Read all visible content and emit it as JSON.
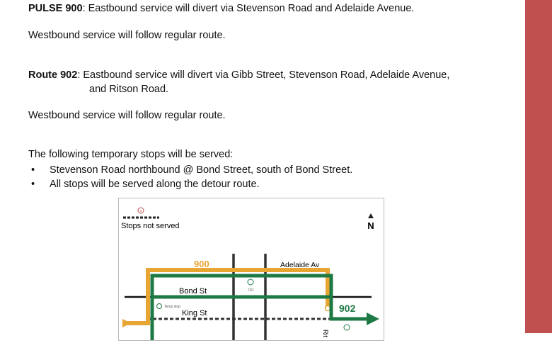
{
  "pulse900": {
    "label": "PULSE 900",
    "text": ": Eastbound service will divert via Stevenson Road and Adelaide Avenue."
  },
  "pulse900_west": "Westbound service will follow regular route.",
  "route902": {
    "label": "Route 902",
    "text": ": Eastbound service will divert via Gibb Street, Stevenson Road, Adelaide Avenue,",
    "text2": "and Ritson Road."
  },
  "route902_west": "Westbound service will follow regular route.",
  "temp_stops": {
    "intro": "The following temporary stops will be served:",
    "items": [
      "Stevenson Road northbound @ Bond Street, south of Bond Street.",
      "All stops will be served along the detour route."
    ]
  },
  "map": {
    "legend": "Stops not served",
    "north": "N",
    "route900": "900",
    "route902": "902",
    "streets": {
      "adelaide": "Adelaide Av",
      "bond": "Bond St",
      "king": "King St",
      "ritson": "Rit"
    },
    "stop_720": "720",
    "temp_stop": "Temp stop",
    "colors": {
      "route900": "#e8a531",
      "route902": "#1e7a45",
      "not_served": "#c0504f"
    }
  },
  "colors": {
    "sidebar": "#c0504f"
  }
}
